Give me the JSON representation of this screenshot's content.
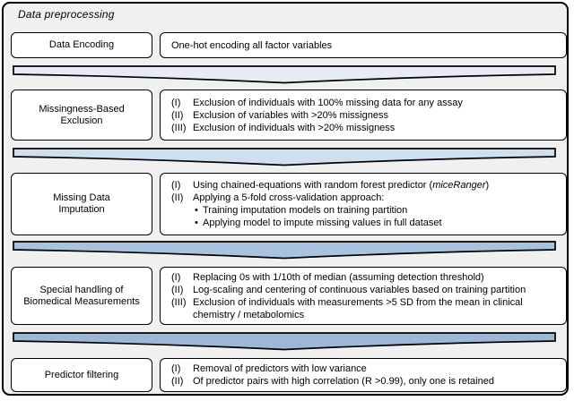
{
  "title": "Data preprocessing",
  "colors": {
    "panel_bg": "#f0f0f0",
    "box_bg": "#ffffff",
    "border": "#000000",
    "arrow_fills": [
      "#e7ecf4",
      "#d0dfee",
      "#a9c3df",
      "#9db8d6"
    ]
  },
  "arrows": [
    {
      "fill": "#e7ecf4"
    },
    {
      "fill": "#d0dfee"
    },
    {
      "fill": "#a9c3df"
    },
    {
      "fill": "#9db8d6"
    }
  ],
  "steps": [
    {
      "label_lines": [
        "Data Encoding"
      ],
      "plain_text": "One-hot encoding all factor variables"
    },
    {
      "label_lines": [
        "Missingness-Based",
        "Exclusion"
      ],
      "lines": [
        {
          "marker": "(I)",
          "text": "Exclusion of individuals with 100% missing data for any assay"
        },
        {
          "marker": "(II)",
          "text": "Exclusion of variables with >20% missigness"
        },
        {
          "marker": "(III)",
          "text": "Exclusion of individuals with >20% missigness"
        }
      ]
    },
    {
      "label_lines": [
        "Missing Data",
        "Imputation"
      ],
      "lines": [
        {
          "marker": "(I)",
          "pre": "Using chained-equations with random forest predictor (",
          "italic": "miceRanger",
          "post": ")"
        },
        {
          "marker": "(II)",
          "text": "Applying a 5-fold cross-validation approach:"
        },
        {
          "bullet": "•",
          "text": "Training imputation models on training partition"
        },
        {
          "bullet": "•",
          "text": "Applying model to impute missing values in full dataset"
        }
      ]
    },
    {
      "label_lines": [
        "Special handling of",
        "Biomedical Measurements"
      ],
      "lines": [
        {
          "marker": "(I)",
          "text": "Replacing 0s with 1/10th of median (assuming detection threshold)"
        },
        {
          "marker": "(II)",
          "text": "Log-scaling and centering of continuous variables based on training partition"
        },
        {
          "marker": "(III)",
          "text": "Exclusion of individuals with measurements >5 SD from the mean in clinical chemistry / metabolomics"
        }
      ]
    },
    {
      "label_lines": [
        "Predictor filtering"
      ],
      "lines": [
        {
          "marker": "(I)",
          "text": "Removal of predictors with low variance"
        },
        {
          "marker": "(II)",
          "text": "Of predictor pairs with high correlation (R >0.99), only one is retained"
        }
      ]
    }
  ]
}
